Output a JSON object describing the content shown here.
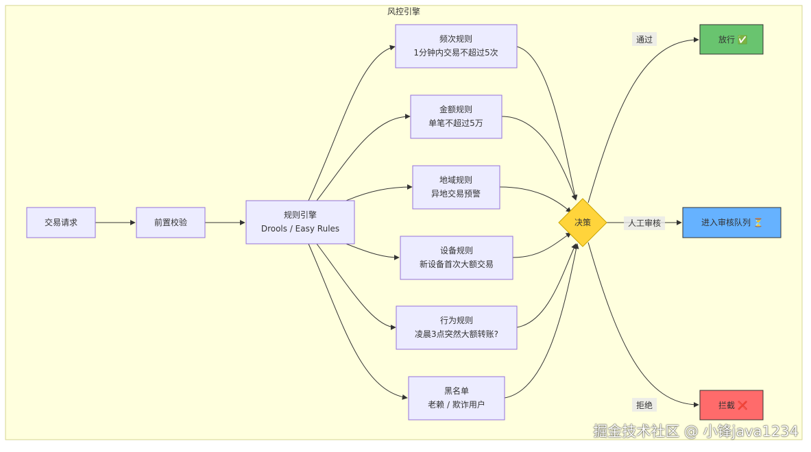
{
  "cluster": {
    "title": "风控引擎"
  },
  "colors": {
    "cluster_fill": "#ffffde",
    "cluster_stroke": "#d6d690",
    "node_fill": "#ececff",
    "node_stroke": "#9370db",
    "decision_fill": "#ffd43b",
    "decision_stroke": "#c9a400",
    "pass_fill": "#69c46f",
    "review_fill": "#66b2ff",
    "block_fill": "#ff6b6b",
    "edge": "#333333"
  },
  "nodes": {
    "request": {
      "label": "交易请求"
    },
    "precheck": {
      "label": "前置校验"
    },
    "engine": {
      "line1": "规则引擎",
      "line2": "Drools / Easy Rules"
    },
    "rule_freq": {
      "line1": "频次规则",
      "line2": "1分钟内交易不超过5次"
    },
    "rule_amount": {
      "line1": "金额规则",
      "line2": "单笔不超过5万"
    },
    "rule_region": {
      "line1": "地域规则",
      "line2": "异地交易预警"
    },
    "rule_device": {
      "line1": "设备规则",
      "line2": "新设备首次大额交易"
    },
    "rule_behavior": {
      "line1": "行为规则",
      "line2": "凌晨3点突然大额转账?"
    },
    "rule_blacklist": {
      "line1": "黑名单",
      "line2": "老赖 / 欺诈用户"
    },
    "decision": {
      "label": "决策"
    },
    "pass": {
      "label": "放行",
      "icon": "check-mark-icon",
      "glyph": "✅"
    },
    "review": {
      "label": "进入审核队列",
      "icon": "hourglass-icon",
      "glyph": "⏳"
    },
    "block": {
      "label": "拦截",
      "icon": "cross-mark-icon",
      "glyph": "❌"
    }
  },
  "edges": {
    "pass_label": "通过",
    "review_label": "人工审核",
    "block_label": "拒绝"
  },
  "watermark": {
    "text": "掘金技术社区 @ 小锋java1234"
  }
}
